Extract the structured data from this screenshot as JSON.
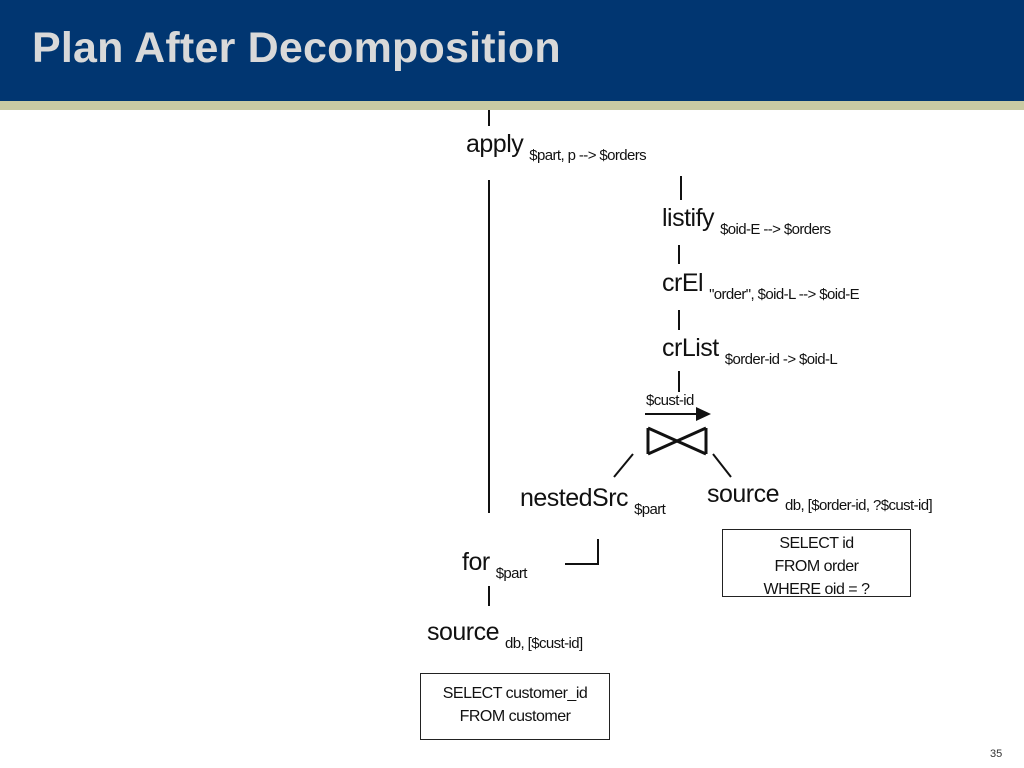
{
  "slide": {
    "title": "Plan After Decomposition",
    "page_number": "35"
  },
  "colors": {
    "header_bg": "#013671",
    "header_stripe": "#c9caa3",
    "title_text": "#d9d9d9"
  },
  "plan": {
    "apply": {
      "name": "apply",
      "sub": "$part, p --> $orders"
    },
    "listify": {
      "name": "listify",
      "sub": "$oid-E --> $orders"
    },
    "crel": {
      "name": "crEl",
      "sub": "\"order\", $oid-L --> $oid-E"
    },
    "crlist": {
      "name": "crList",
      "sub": "$order-id -> $oid-L"
    },
    "join": {
      "label": "$cust-id"
    },
    "nestedsrc": {
      "name": "nestedSrc",
      "sub": "$part"
    },
    "source_order": {
      "name": "source",
      "sub": "db, [$order-id, ?$cust-id]",
      "sql": [
        "SELECT id",
        "FROM order",
        "WHERE oid = ?"
      ]
    },
    "for": {
      "name": "for",
      "sub": "$part"
    },
    "source_customer": {
      "name": "source",
      "sub": "db, [$cust-id]",
      "sql": [
        "SELECT customer_id",
        "FROM customer"
      ]
    }
  }
}
